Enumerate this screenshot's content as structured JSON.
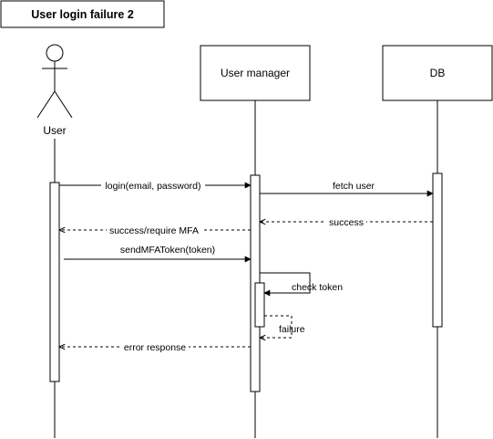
{
  "diagram": {
    "title": "User login failure 2",
    "participants": {
      "user": "User",
      "user_manager": "User manager",
      "db": "DB"
    },
    "messages": {
      "m1": "login(email, password)",
      "m2": "fetch user",
      "m3": "success",
      "m4": "success/require MFA",
      "m5": "sendMFAToken(token)",
      "m6": "check token",
      "m7": "failure",
      "m8": "error response"
    }
  }
}
